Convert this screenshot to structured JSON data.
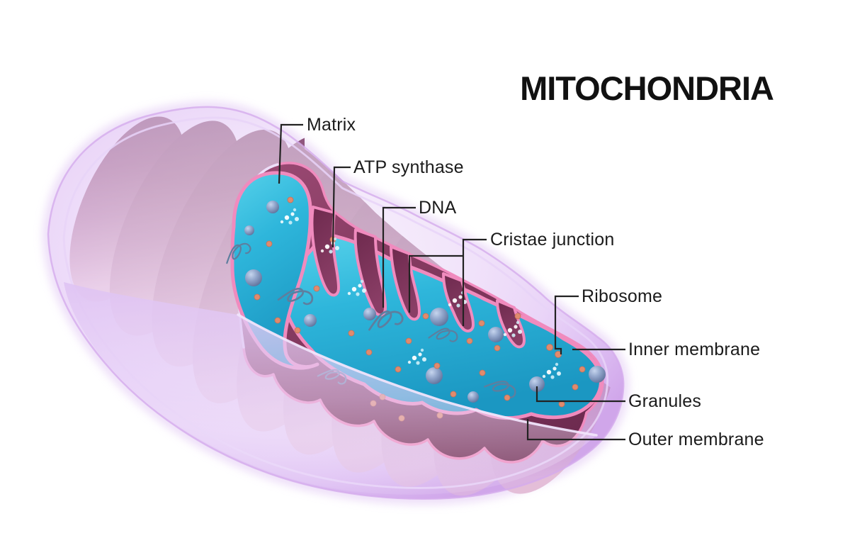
{
  "title": "MITOCHONDRIA",
  "labels": [
    {
      "id": "matrix",
      "text": "Matrix"
    },
    {
      "id": "atp-synthase",
      "text": "ATP synthase"
    },
    {
      "id": "dna",
      "text": "DNA"
    },
    {
      "id": "cristae-junction",
      "text": "Cristae junction"
    },
    {
      "id": "ribosome",
      "text": "Ribosome"
    },
    {
      "id": "inner-membrane",
      "text": "Inner membrane"
    },
    {
      "id": "granules",
      "text": "Granules"
    },
    {
      "id": "outer-membrane",
      "text": "Outer membrane"
    }
  ],
  "palette": {
    "background": "#FFFFFF",
    "text": "#1B1B1B",
    "leader_line": "#222222",
    "outer_membrane_lavender": "#E9D3F7",
    "envelope_edge": "#D2A9EC",
    "cristae_rib_mauve": "#B37BA3",
    "cut_face_maroon": "#83395F",
    "inner_membrane_pink": "#F08BBE",
    "matrix_teal": "#2FB7DC",
    "granule_blue": "#8195BE",
    "ribosome_salmon": "#E08B6E",
    "dna_strand": "#5E7E9E"
  }
}
